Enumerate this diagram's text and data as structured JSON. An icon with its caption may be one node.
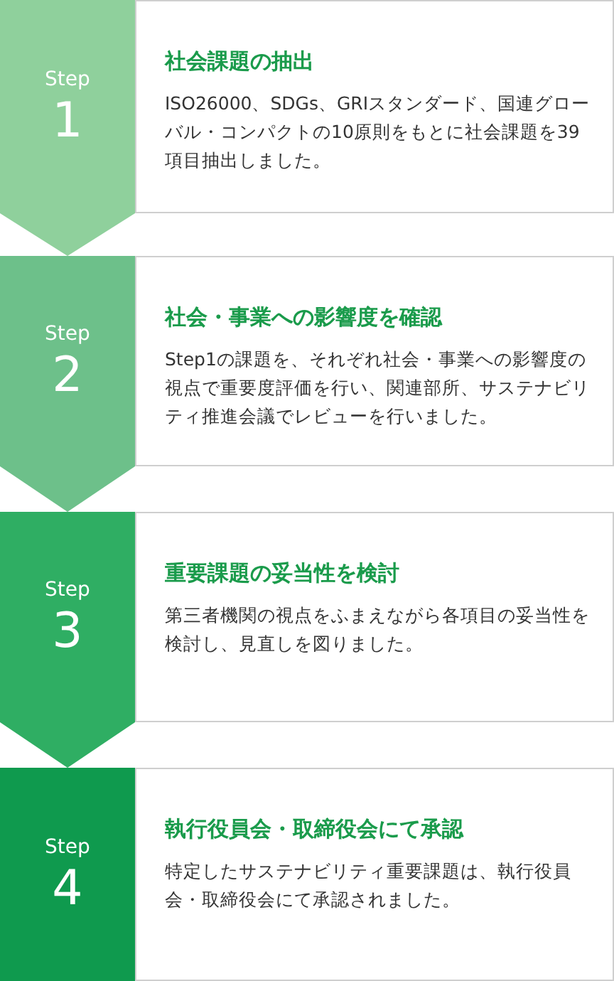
{
  "diagram": {
    "nodes": [
      {
        "text": [
          "Step",
          "1"
        ]
      },
      {
        "text": [
          "社会課題の抽出",
          "ISO26000、SDGs、GRIスタンダード、国連グローバル・コンパクトの10原則をもとに社会課題を39項目抽出しました。"
        ]
      },
      {
        "text": [
          "Step",
          "2"
        ]
      },
      {
        "text": [
          "社会・事業への影響度を確認",
          "Step1の課題を、それぞれ社会・事業への影響度の視点で重要度評価を行い、関連部所、サステナビリティ推進会議でレビューを行いました。"
        ]
      },
      {
        "text": [
          "Step",
          "3"
        ]
      },
      {
        "text": [
          "重要課題の妥当性を検討",
          "第三者機関の視点をふまえながら各項目の妥当性を検討し、見直しを図りました。"
        ]
      },
      {
        "text": [
          "Step",
          "4"
        ]
      },
      {
        "text": [
          "執行役員会・取締役会にて承認",
          "特定したサステナビリティ重要課題は、執行役員会・取締役会にて承認されました。"
        ]
      }
    ],
    "edges": [
      {
        "from": 0,
        "to": 2,
        "arrow": "to"
      },
      {
        "from": 2,
        "to": 4,
        "arrow": "to"
      },
      {
        "from": 4,
        "to": 6,
        "arrow": "to"
      }
    ]
  }
}
